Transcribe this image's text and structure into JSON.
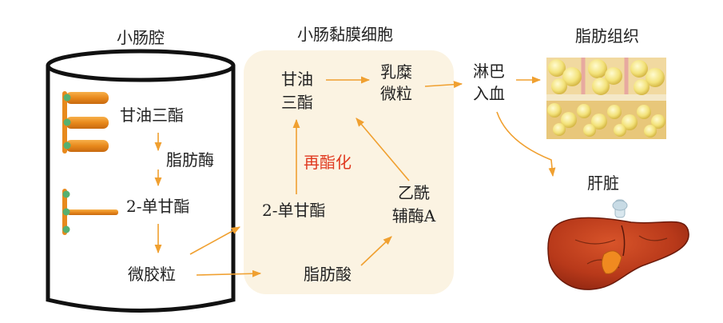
{
  "regions": {
    "lumen": "小肠腔",
    "mucosa": "小肠黏膜细胞",
    "adipose": "脂肪组织",
    "liver": "肝脏"
  },
  "nodes": {
    "tg_lumen": "甘油三酯",
    "lipase": "脂肪酶",
    "mg_lumen": "2-单甘酯",
    "micelle": "微胶粒",
    "tg_cell_1": "甘油",
    "tg_cell_2": "三酯",
    "chylo_1": "乳糜",
    "chylo_2": "微粒",
    "reester": "再酯化",
    "mg_cell": "2-单甘酯",
    "coa_1": "乙酰",
    "coa_2": "辅酶A",
    "fatty_acid": "脂肪酸",
    "lymph_1": "淋巴",
    "lymph_2": "入血"
  },
  "colors": {
    "arrow": "#f0a030",
    "accent": "#e03a20",
    "mucosa_bg": "#fbf3e2",
    "text": "#222222"
  },
  "icons": [
    "triglyceride-molecule-icon",
    "monoglyceride-molecule-icon",
    "adipose-tissue-image",
    "liver-image"
  ]
}
